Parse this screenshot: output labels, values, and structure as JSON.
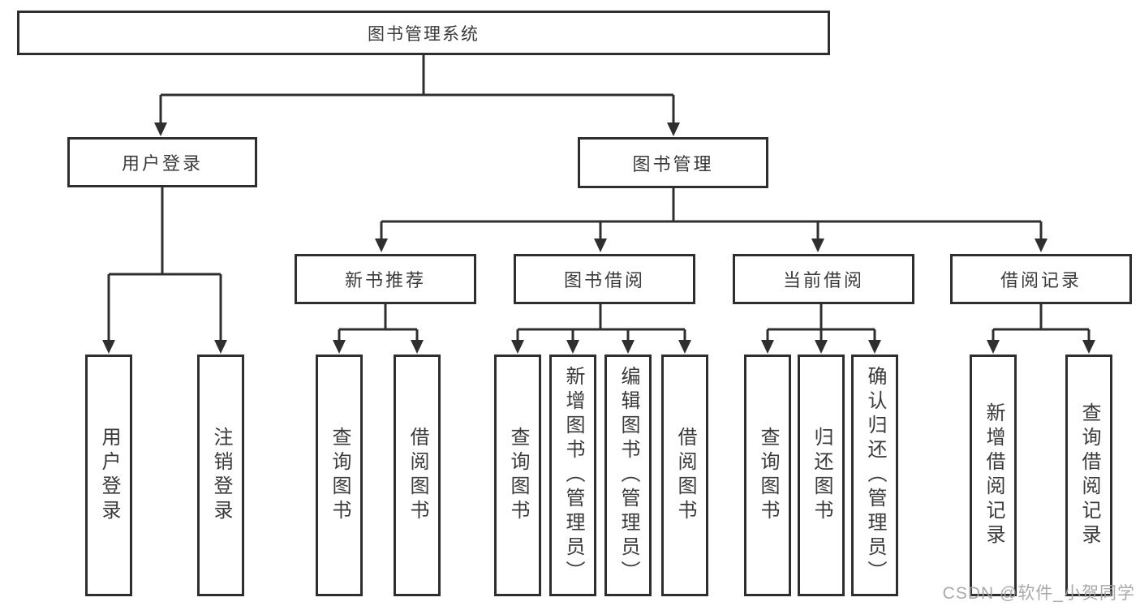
{
  "tree": {
    "root": {
      "label": "图书管理系统",
      "children": [
        {
          "label": "用户登录",
          "children": [
            {
              "label": "用户登录"
            },
            {
              "label": "注销登录"
            }
          ]
        },
        {
          "label": "图书管理",
          "children": [
            {
              "label": "新书推荐",
              "children": [
                {
                  "label": "查询图书"
                },
                {
                  "label": "借阅图书"
                }
              ]
            },
            {
              "label": "图书借阅",
              "children": [
                {
                  "label": "查询图书"
                },
                {
                  "label": "新增图书（管理员）"
                },
                {
                  "label": "编辑图书（管理员）"
                },
                {
                  "label": "借阅图书"
                }
              ]
            },
            {
              "label": "当前借阅",
              "children": [
                {
                  "label": "查询图书"
                },
                {
                  "label": "归还图书"
                },
                {
                  "label": "确认归还（管理员）"
                }
              ]
            },
            {
              "label": "借阅记录",
              "children": [
                {
                  "label": "新增借阅记录"
                },
                {
                  "label": "查询借阅记录"
                }
              ]
            }
          ]
        }
      ]
    }
  },
  "watermark": "CSDN @软件_小贺同学",
  "colors": {
    "line": "#2f2f2f",
    "box_border": "#2e2e2e",
    "text": "#3a3a3a",
    "watermark": "#a2a2a2",
    "background": "#ffffff"
  }
}
